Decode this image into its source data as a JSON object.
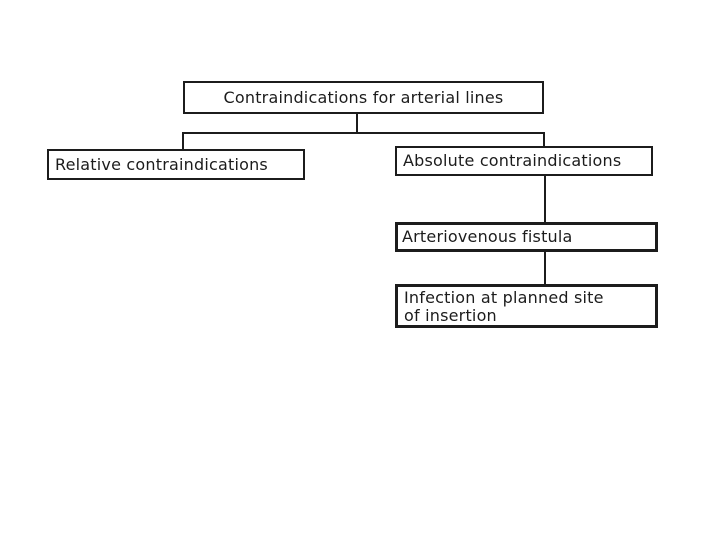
{
  "slide": {
    "background": "#ffffff"
  },
  "diagram": {
    "type": "org-chart",
    "title": "Contraindications for arterial lines",
    "colors": {
      "line": "#1c1c1c",
      "text": "#1c1c1c",
      "box_background": "#ffffff",
      "canvas_background": "#ffffff"
    },
    "nodes": {
      "root": {
        "label": "Contraindications for arterial lines"
      },
      "relative": {
        "label": "Relative contraindications",
        "parent": "root"
      },
      "absolute": {
        "label": "Absolute contraindications",
        "parent": "root"
      },
      "av_fistula": {
        "label": "Arteriovenous fistula",
        "parent": "absolute"
      },
      "infection": {
        "label": "Infection at planned site of insertion",
        "label_line1": "Infection at planned site",
        "label_line2": "of insertion",
        "parent": "av_fistula"
      }
    }
  }
}
